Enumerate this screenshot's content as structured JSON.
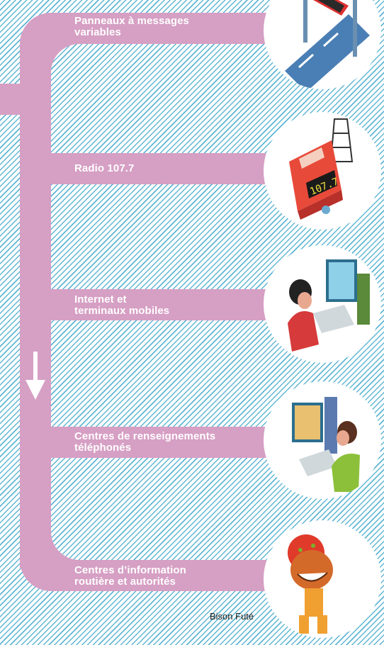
{
  "diagram": {
    "channels": [
      {
        "label": "Panneaux à messages\nvariables",
        "icon": "road-sign-icon"
      },
      {
        "label": "Radio 107.7",
        "icon": "radio-icon"
      },
      {
        "label": "Internet et\nterminaux mobiles",
        "icon": "computer-user-icon"
      },
      {
        "label": "Centres de renseignements\ntéléphonés",
        "icon": "call-center-icon"
      },
      {
        "label": "Centres d’information\nroutière et autorités",
        "icon": "bison-mascot-icon"
      }
    ],
    "credit": "Bison Futé",
    "colors": {
      "pipe": "#d69fc4",
      "hatch": "#5fb6d3",
      "arrow": "#ffffff"
    }
  }
}
